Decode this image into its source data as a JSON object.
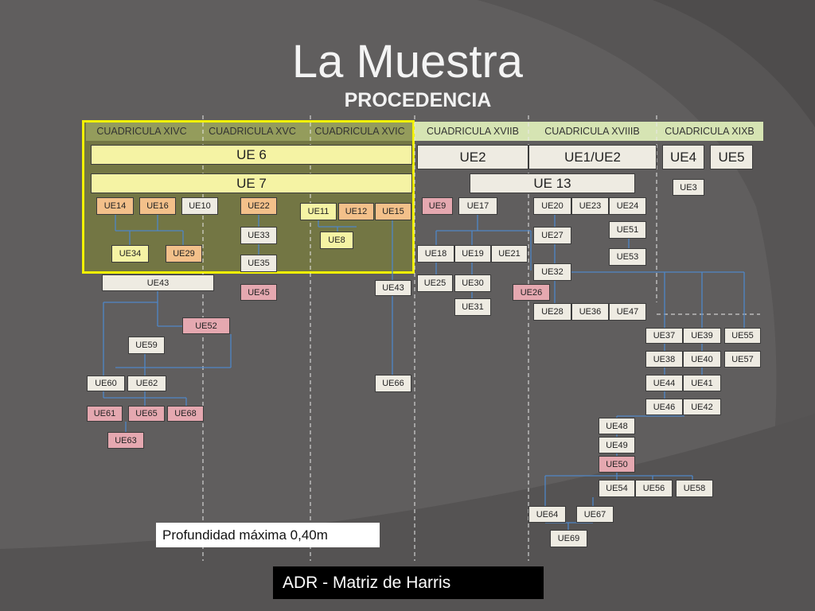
{
  "slide": {
    "title": "La Muestra",
    "subtitle": "PROCEDENCIA",
    "note": "Profundidad máxima 0,40m",
    "footer": "ADR - Matriz de Harris"
  },
  "colors": {
    "background": "#605e5e",
    "box_default": "#eeebe2",
    "box_pink": "#e5a8b0",
    "box_orange": "#f3c08a",
    "box_yellow": "#f5f3a4",
    "highlight_border": "#f2f200",
    "connector": "#4f86c6",
    "grid_header": "#d6e4b3"
  },
  "grids": [
    "CUADRICULA XIVC",
    "CUADRICULA XVC",
    "CUADRICULA XVIC",
    "CUADRICULA XVIIB",
    "CUADRICULA XVIIIB",
    "CUADRICULA XIXB"
  ],
  "units": {
    "ue6": "UE 6",
    "ue7": "UE 7",
    "ue2": "UE2",
    "ue1_ue2": "UE1/UE2",
    "ue4": "UE4",
    "ue5": "UE5",
    "ue13": "UE 13",
    "ue3": "UE3",
    "ue14": "UE14",
    "ue16": "UE16",
    "ue10": "UE10",
    "ue22": "UE22",
    "ue11": "UE11",
    "ue12": "UE12",
    "ue15": "UE15",
    "ue9": "UE9",
    "ue17": "UE17",
    "ue20": "UE20",
    "ue23": "UE23",
    "ue24": "UE24",
    "ue33": "UE33",
    "ue8": "UE8",
    "ue27": "UE27",
    "ue51": "UE51",
    "ue34": "UE34",
    "ue29": "UE29",
    "ue18": "UE18",
    "ue19": "UE19",
    "ue21": "UE21",
    "ue53": "UE53",
    "ue35": "UE35",
    "ue32": "UE32",
    "ue43a": "UE43",
    "ue25": "UE25",
    "ue30": "UE30",
    "ue43b": "UE43",
    "ue45": "UE45",
    "ue26": "UE26",
    "ue31": "UE31",
    "ue28": "UE28",
    "ue36": "UE36",
    "ue47": "UE47",
    "ue52": "UE52",
    "ue37": "UE37",
    "ue39": "UE39",
    "ue55": "UE55",
    "ue59": "UE59",
    "ue38": "UE38",
    "ue40": "UE40",
    "ue57": "UE57",
    "ue60": "UE60",
    "ue62": "UE62",
    "ue66": "UE66",
    "ue44": "UE44",
    "ue41": "UE41",
    "ue46": "UE46",
    "ue42": "UE42",
    "ue61": "UE61",
    "ue65": "UE65",
    "ue68": "UE68",
    "ue48": "UE48",
    "ue63": "UE63",
    "ue49": "UE49",
    "ue50": "UE50",
    "ue54": "UE54",
    "ue56": "UE56",
    "ue58": "UE58",
    "ue64": "UE64",
    "ue67": "UE67",
    "ue69": "UE69"
  }
}
